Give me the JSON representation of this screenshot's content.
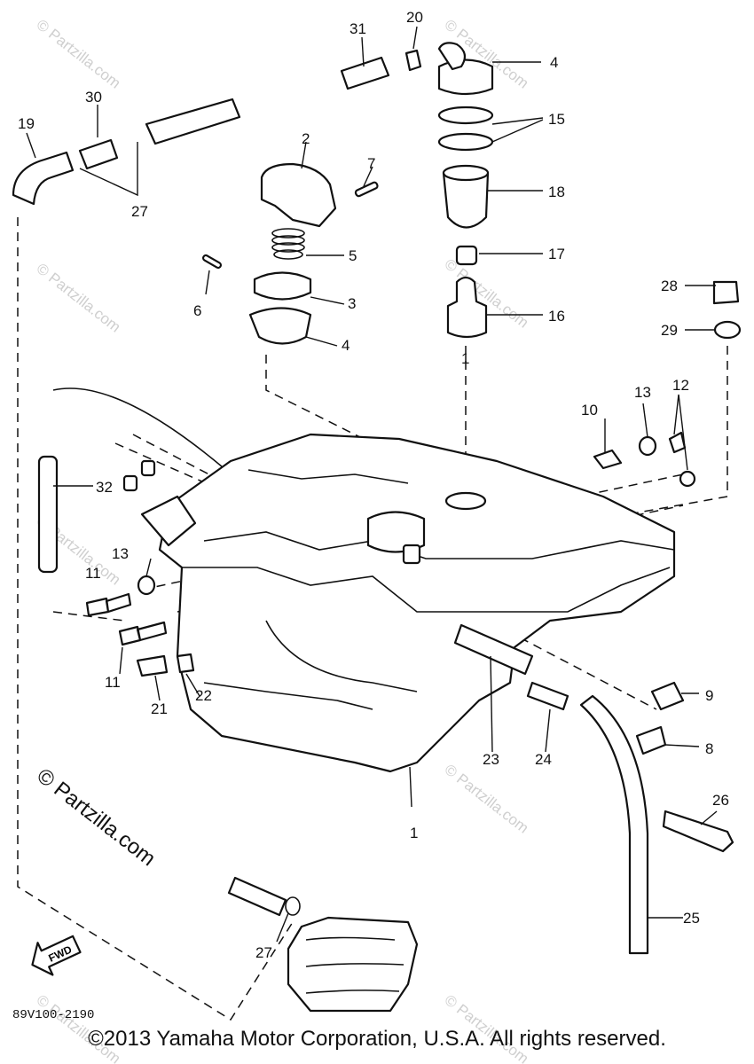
{
  "callouts": [
    "1",
    "1",
    "2",
    "3",
    "4",
    "4",
    "5",
    "6",
    "7",
    "8",
    "9",
    "10",
    "11",
    "11",
    "12",
    "13",
    "13",
    "15",
    "16",
    "17",
    "18",
    "19",
    "20",
    "21",
    "22",
    "23",
    "24",
    "25",
    "26",
    "27",
    "27",
    "28",
    "29",
    "30",
    "31",
    "32"
  ],
  "watermark_big": "© Partzilla.com",
  "watermark_small": "© Partzilla.com",
  "fwd_label": "FWD",
  "diagram_code": "89V100-2190",
  "copyright": "©2013  Yamaha Motor Corporation, U.S.A. All rights reserved."
}
